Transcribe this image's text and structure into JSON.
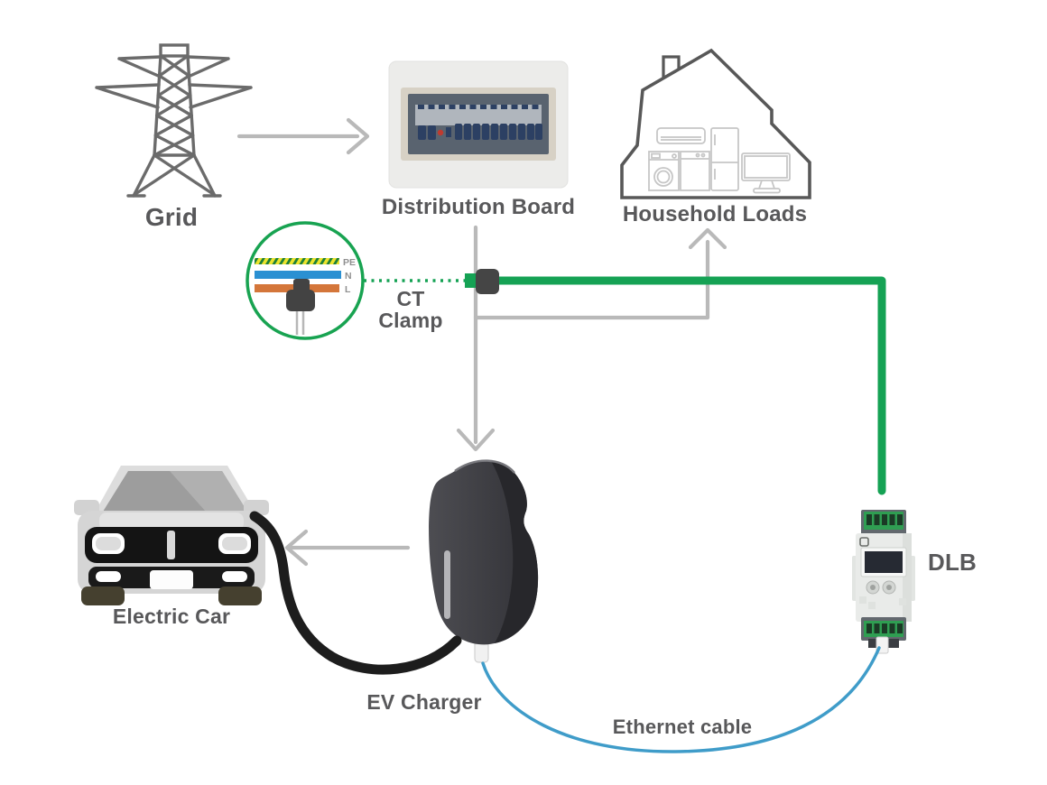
{
  "nodes": {
    "grid": {
      "label": "Grid"
    },
    "distribution_board": {
      "label": "Distribution Board"
    },
    "household_loads": {
      "label": "Household Loads"
    },
    "ct_clamp": {
      "label_line1": "CT",
      "label_line2": "Clamp",
      "wires": [
        "PE",
        "N",
        "L"
      ]
    },
    "electric_car": {
      "label": "Electric Car"
    },
    "ev_charger": {
      "label": "EV Charger"
    },
    "dlb": {
      "label": "DLB"
    },
    "ethernet_cable": {
      "label": "Ethernet cable"
    }
  },
  "connections": [
    {
      "from": "grid",
      "to": "distribution_board",
      "type": "gray-arrow"
    },
    {
      "from": "distribution_board",
      "to": "ev_charger",
      "type": "gray-arrow"
    },
    {
      "from": "distribution_board",
      "to": "household_loads",
      "type": "gray-arrow"
    },
    {
      "from": "ev_charger",
      "to": "electric_car",
      "type": "gray-arrow"
    },
    {
      "from": "ct_clamp",
      "to": "distribution_board",
      "type": "green-dotted"
    },
    {
      "from": "distribution_board",
      "to": "dlb",
      "type": "green-solid"
    },
    {
      "from": "ev_charger",
      "to": "dlb",
      "type": "blue-ethernet",
      "label": "Ethernet cable"
    }
  ],
  "colors": {
    "green": "#15a254",
    "gray_line": "#b9b9b9",
    "label_text": "#58585a",
    "ethernet_blue": "#3f9cc9",
    "wire_pe_yellow": "#ece42e",
    "wire_pe_stripe": "#1e8038",
    "wire_n_blue": "#2a90d2",
    "wire_l_orange": "#d4763a"
  }
}
